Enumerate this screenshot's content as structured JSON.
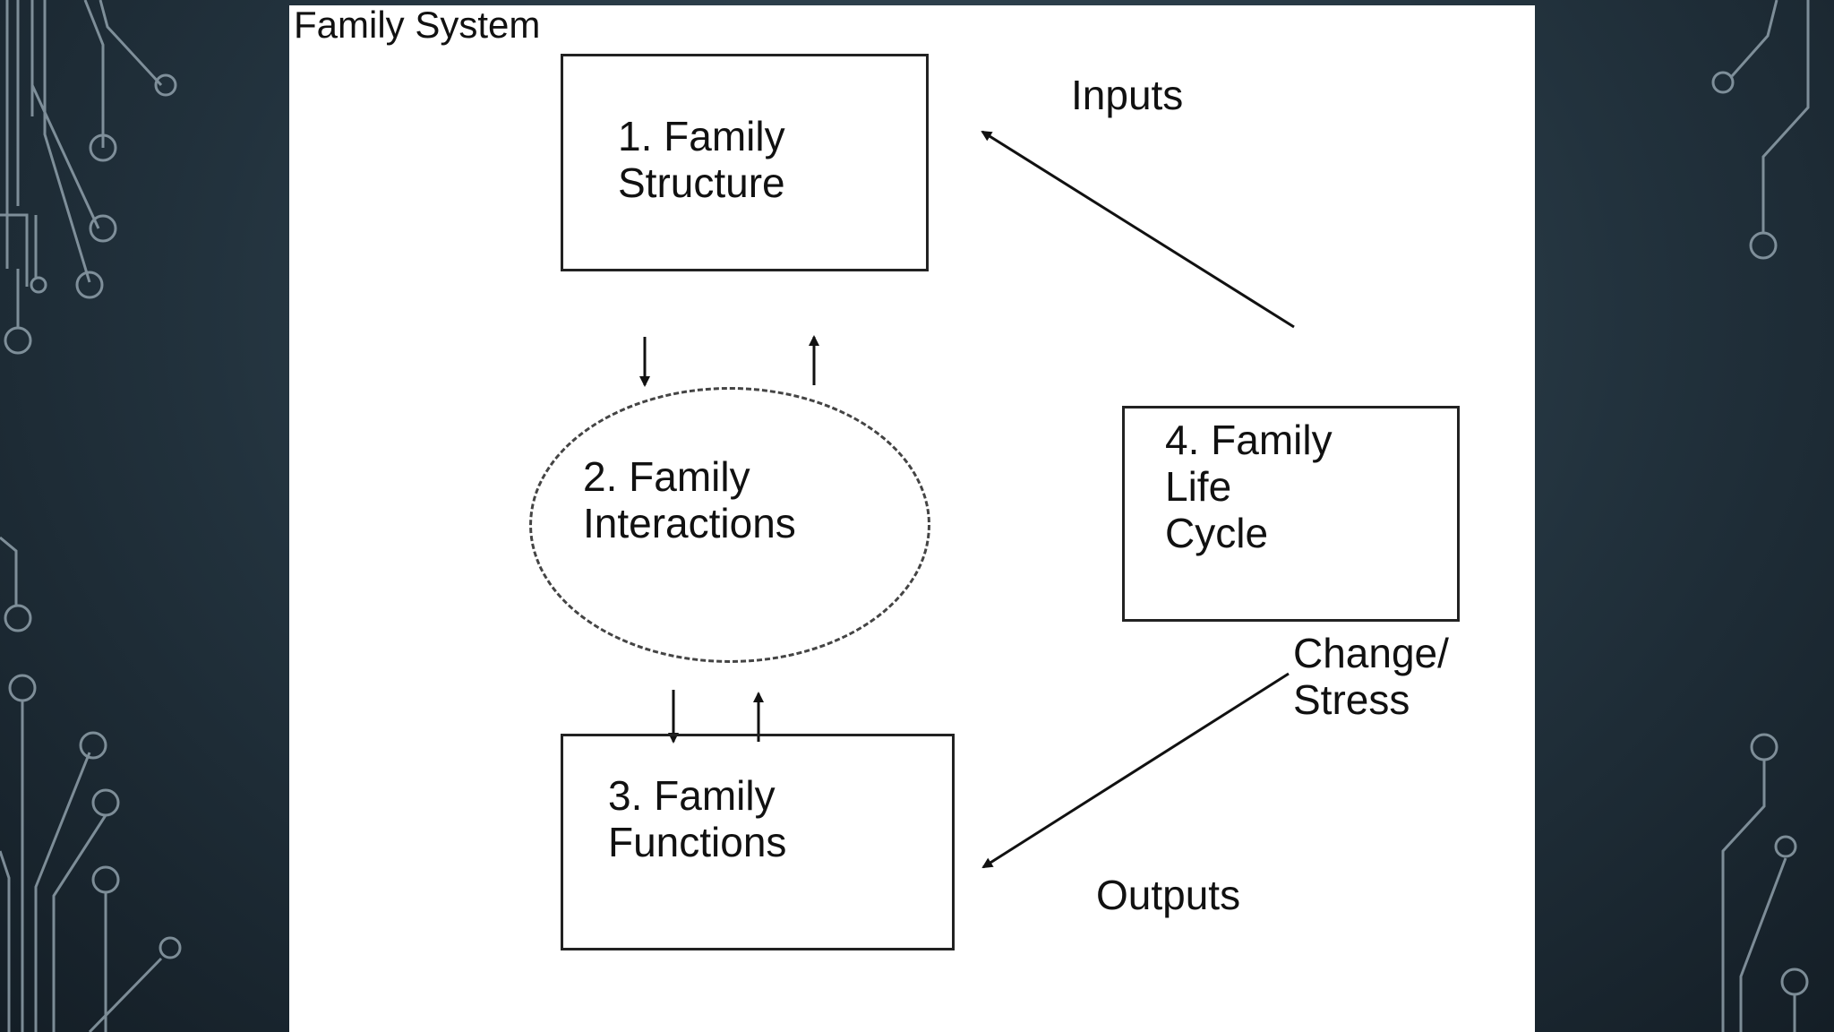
{
  "diagram": {
    "title": "Family System",
    "nodes": [
      {
        "id": "structure",
        "shape": "rectangle",
        "label": "1. Family\nStructure"
      },
      {
        "id": "interactions",
        "shape": "circle",
        "label": "2. Family\nInteractions"
      },
      {
        "id": "functions",
        "shape": "rectangle",
        "label": "3. Family\nFunctions"
      },
      {
        "id": "life_cycle",
        "shape": "rectangle",
        "label": "4. Family\nLife\nCycle"
      }
    ],
    "annotations": {
      "inputs": "Inputs",
      "change_stress": "Change/\nStress",
      "outputs": "Outputs"
    },
    "edges": [
      {
        "from": "structure",
        "to": "interactions"
      },
      {
        "from": "interactions",
        "to": "structure"
      },
      {
        "from": "interactions",
        "to": "functions"
      },
      {
        "from": "functions",
        "to": "interactions"
      },
      {
        "from": "life_cycle",
        "to": "structure",
        "label": "Inputs"
      },
      {
        "from": "life_cycle",
        "to": "functions",
        "label": "Outputs"
      }
    ]
  },
  "colors": {
    "background": "#22323d",
    "slide": "#ffffff",
    "ink": "#111111",
    "circuit": "#9fb0bb"
  }
}
